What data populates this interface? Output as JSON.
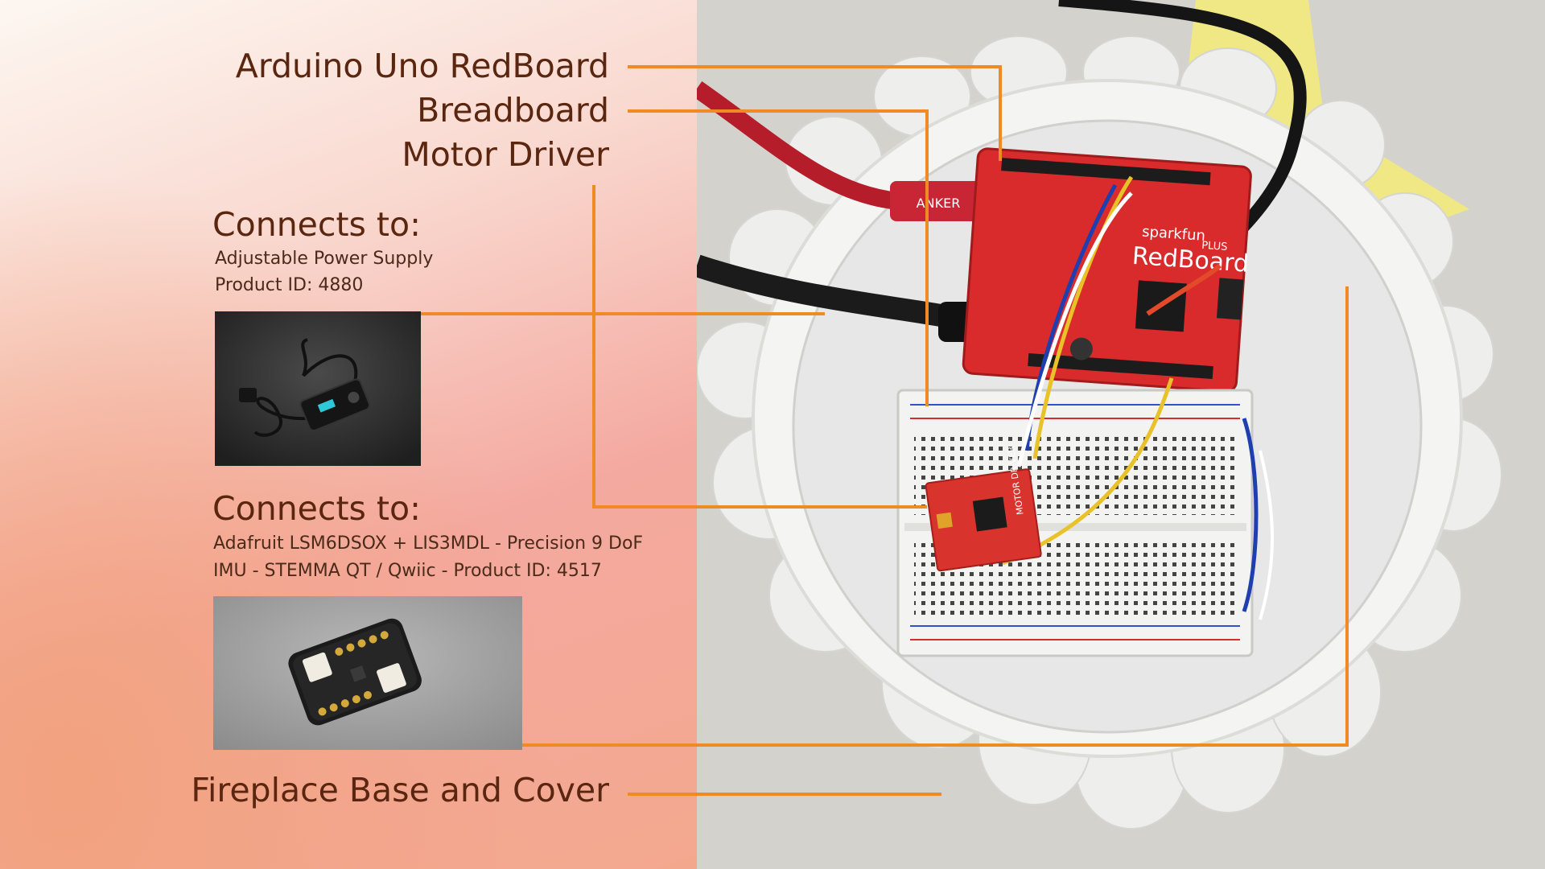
{
  "labels": {
    "arduino": "Arduino Uno RedBoard",
    "breadboard": "Breadboard",
    "motor_driver": "Motor Driver",
    "fireplace": "Fireplace Base and Cover"
  },
  "connection_1": {
    "heading": "Connects to:",
    "line1": "Adjustable Power Supply",
    "line2": "Product ID: 4880"
  },
  "connection_2": {
    "heading": "Connects to:",
    "line1": "Adafruit LSM6DSOX + LIS3MDL - Precision 9 DoF",
    "line2": "IMU - STEMMA QT / Qwiic - Product ID: 4517"
  },
  "board_text": {
    "brand": "sparkfun",
    "name": "RedBoard",
    "plus": "PLUS",
    "driver_text": "MOTOR DRIVER",
    "cable_brand": "ANKER"
  },
  "colors": {
    "accent_line": "#f08a24",
    "label_text": "#5a260f",
    "board_red": "#d92b2b",
    "enclosure_white": "#f1f1ee"
  }
}
